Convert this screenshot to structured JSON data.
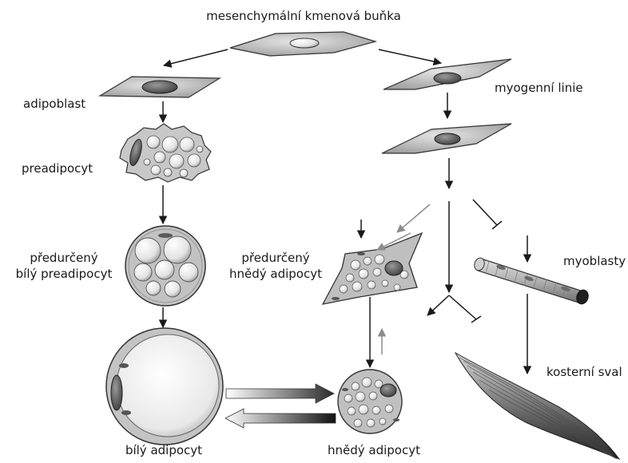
{
  "labels": {
    "msc": "mesenchymální kmenová buňka",
    "adipoblast": "adipoblast",
    "myogenic": "myogenní linie",
    "preadipocyte": "preadipocyt",
    "committed_white_1": "předurčený",
    "committed_white_2": "bílý preadipocyt",
    "committed_brown_1": "předurčený",
    "committed_brown_2": "hnědý adipocyt",
    "myoblasts": "myoblasty",
    "skeletal_muscle": "kosterní sval",
    "white_adipocyte": "bílý adipocyt",
    "brown_adipocyte": "hnědý adipocyt"
  },
  "colors": {
    "ink": "#1a1a1a",
    "gray_arrow": "#8c8c8c",
    "cell_fill": "#bdbdbd",
    "nucleus": "#6a6a6a"
  }
}
